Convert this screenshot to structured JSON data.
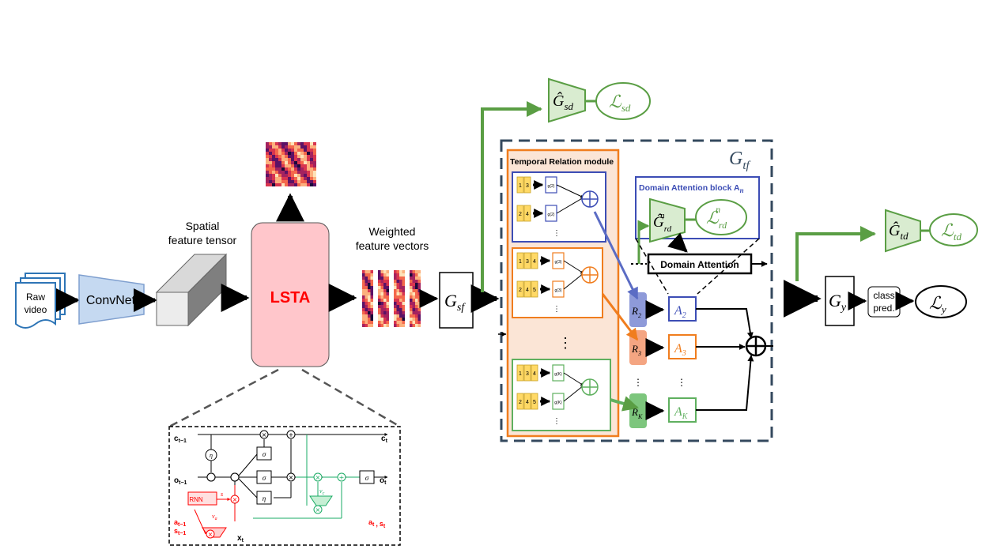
{
  "input": {
    "line1": "Raw",
    "line2": "video"
  },
  "convnet": {
    "label": "ConvNet"
  },
  "spatial": {
    "line1": "Spatial",
    "line2": "feature tensor"
  },
  "lsta": {
    "label": "LSTA"
  },
  "weighted": {
    "line1": "Weighted",
    "line2": "feature vectors"
  },
  "gsf": {
    "label": "G",
    "sub": "sf"
  },
  "gsd": {
    "label": "Ĝ",
    "sub": "sd",
    "loss": "ℒ",
    "loss_sub": "sd"
  },
  "gtf": {
    "label": "G",
    "sub": "tf"
  },
  "trm": {
    "title": "Temporal Relation module",
    "rows2": [
      [
        "1",
        "3"
      ],
      [
        "2",
        "4"
      ]
    ],
    "rows3": [
      [
        "1",
        "3",
        "4"
      ],
      [
        "2",
        "4",
        "5"
      ]
    ],
    "rowsK": [
      [
        "1",
        "3",
        "4"
      ],
      [
        "2",
        "4",
        "5"
      ]
    ],
    "g2": "g(2)",
    "g3": "g(3)",
    "gK": "g(K)",
    "dots": "⋮"
  },
  "attn": {
    "block_title": "Domain Attention block A",
    "block_sub": "n",
    "grd": "Ĝ",
    "grd_sub": "rd",
    "grd_sup": "n",
    "loss": "ℒ",
    "loss_sub": "rd",
    "loss_sup": "n",
    "domain_attention": "Domain Attention"
  },
  "relations": [
    {
      "r": "R",
      "sub": "2",
      "a": "A",
      "asub": "2",
      "color": "#5b6cc4"
    },
    {
      "r": "R",
      "sub": "3",
      "a": "A",
      "asub": "3",
      "color": "#f08a3c"
    },
    {
      "r": "R",
      "sub": "K",
      "a": "A",
      "asub": "K",
      "color": "#5fb05f"
    }
  ],
  "gtd": {
    "label": "Ĝ",
    "sub": "td",
    "loss": "ℒ",
    "loss_sub": "td"
  },
  "gy": {
    "label": "G",
    "sub": "y",
    "pred1": "class",
    "pred2": "pred.",
    "loss": "ℒ",
    "loss_sub": "y"
  },
  "lstm_cell": {
    "c_in": "c",
    "c_in_sub": "t−1",
    "c_out": "c",
    "c_out_sub": "t",
    "o_in": "o",
    "o_in_sub": "t−1",
    "o_out": "o",
    "o_out_sub": "t",
    "a_in": "a",
    "a_in_sub": "t−1",
    "s_in": "s",
    "s_in_sub": "t−1",
    "a_out": "a",
    "a_out_sub": "t",
    "s_out": "s",
    "s_out_sub": "t",
    "x": "x",
    "x_sub": "t",
    "rnn": "RNN",
    "sigma": "σ",
    "eta": "η",
    "nu_c": "ν",
    "nu_c_sub": "c",
    "nu_a": "ν",
    "nu_a_sub": "a",
    "s": "s"
  },
  "colors": {
    "green": "#5a9e44",
    "blue": "#3c4db5",
    "orange": "#f07d1e",
    "lightgreen": "#d9ecd0",
    "navy": "#34495e",
    "lsta": "#ffc6cb",
    "red": "#ff0000"
  }
}
